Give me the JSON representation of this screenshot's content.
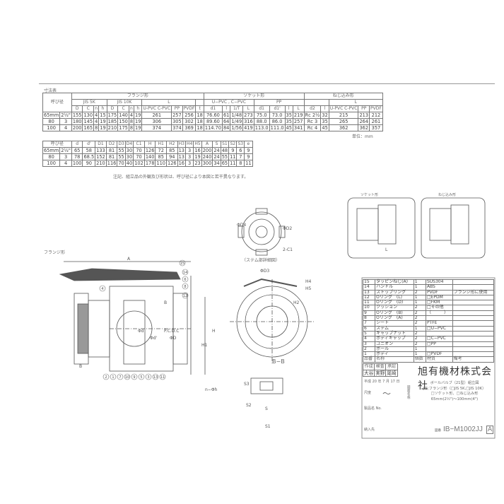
{
  "title": "寸法表",
  "unit": "単位：mm",
  "note": "注記、組立品の外観及び形状は、呼び径により本図と若干異なります。",
  "table1": {
    "h_size": "呼び径",
    "h_flange": "フランジ形",
    "h_jis5": "JIS 5K",
    "h_jis10": "JIS 10K",
    "h_L": "L",
    "h_socket": "ソケット形",
    "h_upvc": "U−PVC , C−PVC",
    "h_pp": "PP",
    "h_thread": "ねじ込み形",
    "cols": [
      "D",
      "C",
      "n",
      "h",
      "D",
      "C",
      "n",
      "h",
      "U-PVC C-PVC",
      "PP",
      "PVDF",
      "t",
      "d1",
      "l",
      "1/T",
      "L",
      "d1",
      "d1'",
      "l",
      "L",
      "d2",
      "l",
      "U-PVC C-PVC",
      "PP",
      "PVDF"
    ],
    "rows": [
      [
        "65mm",
        "2½\"",
        "155",
        "130",
        "4",
        "15",
        "175",
        "140",
        "4",
        "19",
        "261",
        "257",
        "256",
        "18",
        "76.60",
        "61",
        "1/48",
        "273",
        "75.0",
        "73.0",
        "35",
        "219",
        "Rc 2½",
        "32",
        "215",
        "213",
        "212"
      ],
      [
        "80",
        "3",
        "180",
        "145",
        "4",
        "19",
        "185",
        "150",
        "8",
        "19",
        "306",
        "305",
        "302",
        "18",
        "89.60",
        "64",
        "1/49",
        "316",
        "88.0",
        "86.0",
        "35",
        "257",
        "Rc 3",
        "35",
        "265",
        "264",
        "261"
      ],
      [
        "100",
        "4",
        "200",
        "165",
        "8",
        "19",
        "210",
        "175",
        "8",
        "19",
        "374",
        "374",
        "369",
        "18",
        "114.70",
        "84",
        "1/56",
        "419",
        "113.0",
        "111.0",
        "45",
        "341",
        "Rc 4",
        "45",
        "362",
        "362",
        "357"
      ]
    ]
  },
  "table2": {
    "h_size": "呼び径",
    "cols": [
      "d",
      "d'",
      "D1",
      "D2",
      "D3",
      "D4",
      "C1",
      "H",
      "H1",
      "H2",
      "H3",
      "H4",
      "H5",
      "A",
      "S",
      "S1",
      "S2",
      "S3",
      "e"
    ],
    "rows": [
      [
        "65mm",
        "2½\"",
        "65",
        "58",
        "133",
        "81",
        "55",
        "30",
        "70",
        "126",
        "72",
        "85",
        "13",
        "3",
        "16",
        "200",
        "24",
        "48",
        "9",
        "6",
        "9"
      ],
      [
        "80",
        "3",
        "78",
        "68.5",
        "152",
        "81",
        "55",
        "30",
        "70",
        "140",
        "85",
        "94",
        "13",
        "3",
        "19",
        "240",
        "24",
        "55",
        "11",
        "7",
        "9"
      ],
      [
        "100",
        "4",
        "100",
        "90",
        "210",
        "116",
        "70",
        "40",
        "102",
        "178",
        "110",
        "126",
        "16",
        "3",
        "23",
        "300",
        "34",
        "65",
        "11",
        "8",
        "11"
      ]
    ]
  },
  "views": {
    "flange": "フランジ形",
    "socket": "ソケット形",
    "thread": "ねじ込み形",
    "stem": "（ステム部詳細図）",
    "section": "B−B",
    "dims": [
      "A",
      "H",
      "H1",
      "H2",
      "P.C.D.C",
      "ΦD",
      "Φd",
      "Φd'",
      "B",
      "B",
      "ΦD3",
      "H4",
      "H5",
      "S",
      "S1",
      "S2",
      "S3",
      "n−Φh",
      "L",
      "ΦD4",
      "ΦD2",
      "2-C1"
    ],
    "balloons": [
      "15",
      "14",
      "6",
      "8",
      "12",
      "2",
      "1",
      "7",
      "10",
      "9",
      "5",
      "3",
      "13",
      "11",
      "4"
    ]
  },
  "parts": {
    "headers": [
      "品番",
      "名称",
      "個数",
      "材質",
      "備考"
    ],
    "rows": [
      [
        "15",
        "タッピンねじ(A)",
        "1",
        "SUS304",
        ""
      ],
      [
        "14",
        "ハンドル",
        "1",
        "ABS",
        ""
      ],
      [
        "13",
        "ストップリング",
        "2",
        "PVDF",
        "フランジ形に使用"
      ],
      [
        "12",
        "Oリング　(L)",
        "1",
        "□EPDM",
        ""
      ],
      [
        "11",
        "Oリング　(D)",
        "1",
        "□FKM",
        ""
      ],
      [
        "10",
        "クッション",
        "2",
        "□その他",
        ""
      ],
      [
        "9",
        "Oリング　(B)",
        "2",
        "（　　　）",
        ""
      ],
      [
        "8",
        "Oリング　(A)",
        "2",
        "",
        ""
      ],
      [
        "7",
        "シート",
        "2",
        "PTFE",
        ""
      ],
      [
        "6",
        "ステム",
        "1",
        "□U−PVC",
        ""
      ],
      [
        "5",
        "キャップナット",
        "2",
        "",
        ""
      ],
      [
        "4",
        "ボディキャップ",
        "2",
        "□C−PVC",
        ""
      ],
      [
        "3",
        "ユニオン",
        "2",
        "□PP",
        ""
      ],
      [
        "2",
        "ボール",
        "1",
        "",
        ""
      ],
      [
        "1",
        "ボディ",
        "1",
        "□PVDF",
        ""
      ]
    ]
  },
  "titleblock": {
    "roles": [
      "作成",
      "検査",
      "承認"
    ],
    "names": [
      "大谷",
      "実野",
      "尾崎"
    ],
    "company": "旭有機材株式会社",
    "date": "平成 20 年 7 月 17 日",
    "scale_label": "尺度",
    "scale": "〜",
    "drawing_name_label": "図面名称",
    "desc": [
      "ボールバルブ（21型）組立図",
      "JIS;フランジ形（□JIS 5K,□JIS 10K）",
      "□ソケット形、□ねじ込み形",
      "65mm(2½\")〜100mm(4\")"
    ],
    "ref_label": "製品名 No.",
    "deliv_label": "納入先",
    "num_label": "図番",
    "drawing_no": "IB−M1002JJ",
    "rev": "A"
  }
}
